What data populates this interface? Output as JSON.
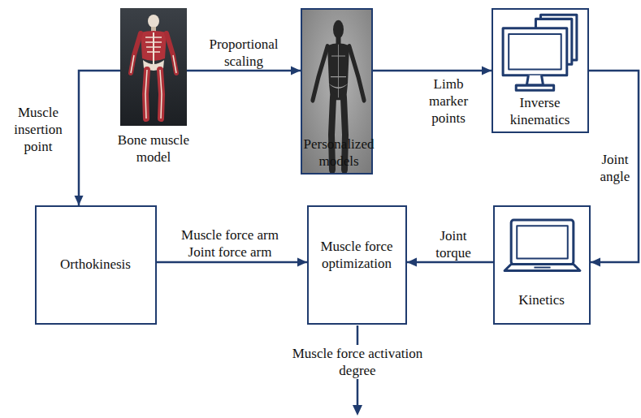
{
  "diagram": {
    "nodes": [
      {
        "text": [
          "Bone muscle model"
        ]
      },
      {
        "text": [
          "Personalized models"
        ]
      },
      {
        "text": [
          "Inverse kinematics"
        ]
      },
      {
        "text": [
          "Orthokinesis"
        ]
      },
      {
        "text": [
          "Muscle force optimization"
        ]
      },
      {
        "text": [
          "Kinetics"
        ]
      }
    ],
    "edges": [
      {
        "from": 0,
        "to": 1,
        "label": "Proportional scaling",
        "arrow": "to"
      },
      {
        "from": 1,
        "to": 2,
        "label": "Limb marker points",
        "arrow": "to"
      },
      {
        "from": 2,
        "to": 5,
        "label": "Joint angle",
        "arrow": "to"
      },
      {
        "from": 0,
        "to": 3,
        "label": "Muscle insertion point",
        "arrow": "to"
      },
      {
        "from": 3,
        "to": 4,
        "label": "Muscle force arm Joint force arm",
        "arrow": "to"
      },
      {
        "from": 5,
        "to": 4,
        "label": "Joint torque",
        "arrow": "to"
      }
    ],
    "labels": [
      "Muscle force activation degree"
    ]
  }
}
